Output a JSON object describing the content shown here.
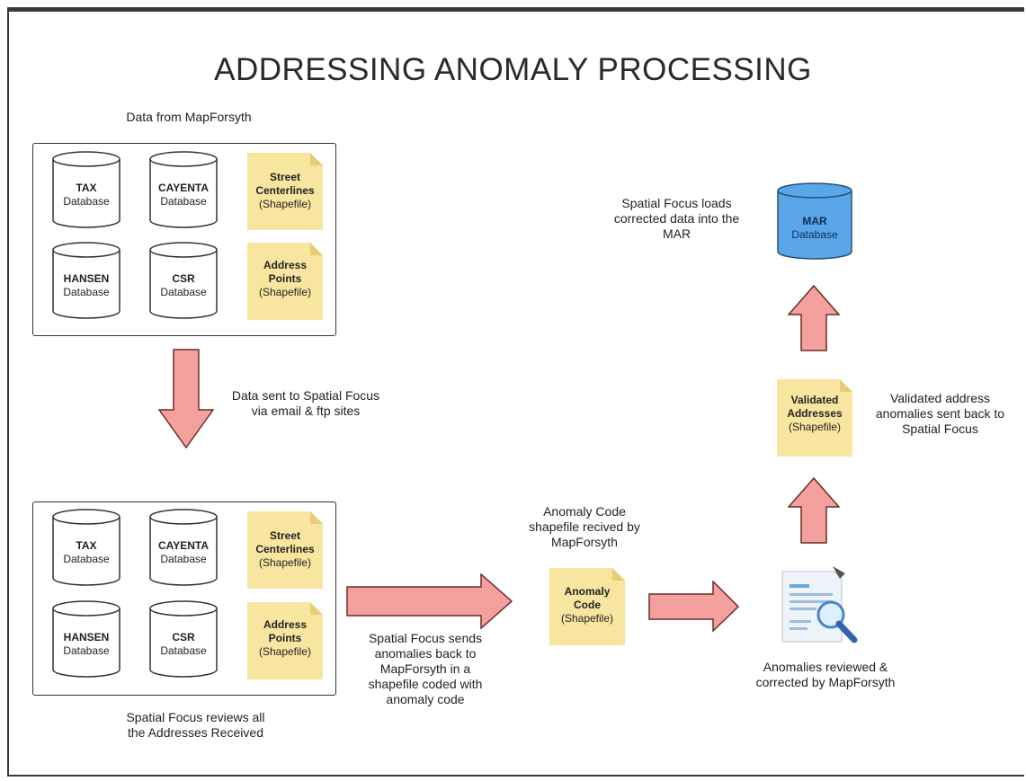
{
  "title": "ADDRESSING ANOMALY PROCESSING",
  "colors": {
    "arrow_fill": "#f4a09c",
    "arrow_stroke": "#6b2b2b",
    "note_fill": "#f8e5a0",
    "db_blue": "#5aa6e6"
  },
  "source": {
    "caption": "Data from MapForsyth",
    "databases": [
      {
        "name": "TAX",
        "type": "Database"
      },
      {
        "name": "CAYENTA",
        "type": "Database"
      },
      {
        "name": "HANSEN",
        "type": "Database"
      },
      {
        "name": "CSR",
        "type": "Database"
      }
    ],
    "shapefiles": [
      {
        "line1": "Street",
        "line2": "Centerlines",
        "type": "(Shapefile)"
      },
      {
        "line1": "Address",
        "line2": "Points",
        "type": "(Shapefile)"
      }
    ]
  },
  "step_send": "Data sent to Spatial Focus via email & ftp sites",
  "review": {
    "caption": "Spatial Focus reviews all the Addresses Received",
    "databases": [
      {
        "name": "TAX",
        "type": "Database"
      },
      {
        "name": "CAYENTA",
        "type": "Database"
      },
      {
        "name": "HANSEN",
        "type": "Database"
      },
      {
        "name": "CSR",
        "type": "Database"
      }
    ],
    "shapefiles": [
      {
        "line1": "Street",
        "line2": "Centerlines",
        "type": "(Shapefile)"
      },
      {
        "line1": "Address",
        "line2": "Points",
        "type": "(Shapefile)"
      }
    ]
  },
  "step_anomalies_back": "Spatial Focus sends anomalies back to MapForsyth in a shapefile coded with anomaly code",
  "anomaly_received": "Anomaly Code shapefile recived by MapForsyth",
  "anomaly_code": {
    "line1": "Anomaly",
    "line2": "Code",
    "type": "(Shapefile)"
  },
  "reviewed": "Anomalies reviewed & corrected by MapForsyth",
  "validated": {
    "line1": "Validated",
    "line2": "Addresses",
    "type": "(Shapefile)"
  },
  "validated_caption": "Validated address anomalies sent back to Spatial Focus",
  "mar_caption": "Spatial Focus loads corrected data into the MAR",
  "mar": {
    "name": "MAR",
    "type": "Database"
  },
  "icons": [
    "database-icon",
    "shapefile-icon",
    "report-search-icon",
    "arrow-down-icon",
    "arrow-right-icon",
    "arrow-up-icon"
  ]
}
